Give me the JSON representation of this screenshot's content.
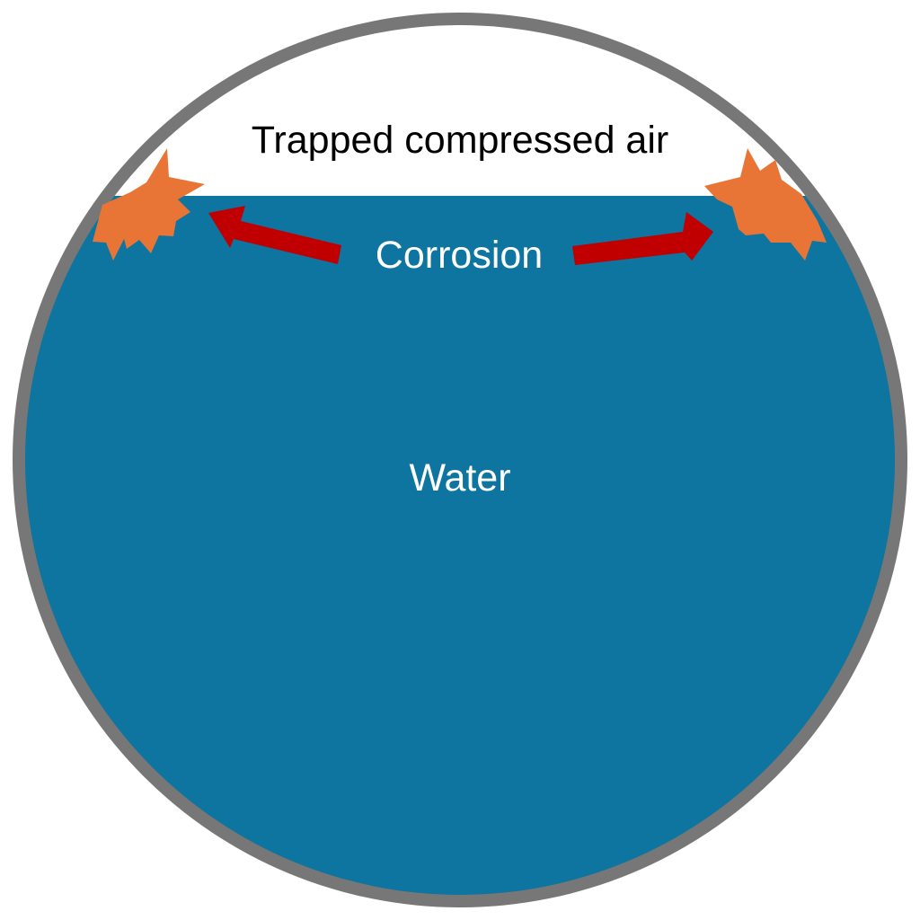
{
  "labels": {
    "air": "Trapped compressed air",
    "corrosion": "Corrosion",
    "water": "Water"
  },
  "colors": {
    "pipe_wall": "#777777",
    "water": "#0e74a0",
    "air": "#ffffff",
    "corrosion": "#e87535",
    "arrow": "#c00000",
    "text_dark": "#000000",
    "text_light": "#ffffff"
  },
  "icons": {
    "left_corrosion": "starburst-icon",
    "right_corrosion": "starburst-icon",
    "left_arrow": "arrow-left-icon",
    "right_arrow": "arrow-right-icon"
  }
}
